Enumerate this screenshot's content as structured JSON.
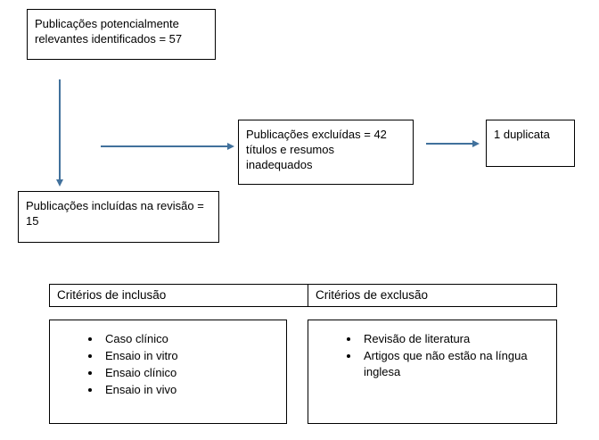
{
  "flowchart": {
    "identified_box": "Publicações potencialmente relevantes identificados = 57",
    "excluded_box": "Publicações excluídas = 42 títulos e resumos inadequados",
    "duplicate_box": "1 duplicata",
    "included_box": "Publicações incluídas na revisão = 15"
  },
  "criteria_table": {
    "inclusion_header": "Critérios de inclusão",
    "exclusion_header": "Critérios de exclusão",
    "inclusion_items": [
      "Caso clínico",
      "Ensaio in vitro",
      "Ensaio clínico",
      "Ensaio in vivo"
    ],
    "exclusion_items": [
      "Revisão de literatura",
      "Artigos que não estão na língua inglesa"
    ]
  },
  "colors": {
    "arrow": "#41719C",
    "box-border": "#000000"
  }
}
